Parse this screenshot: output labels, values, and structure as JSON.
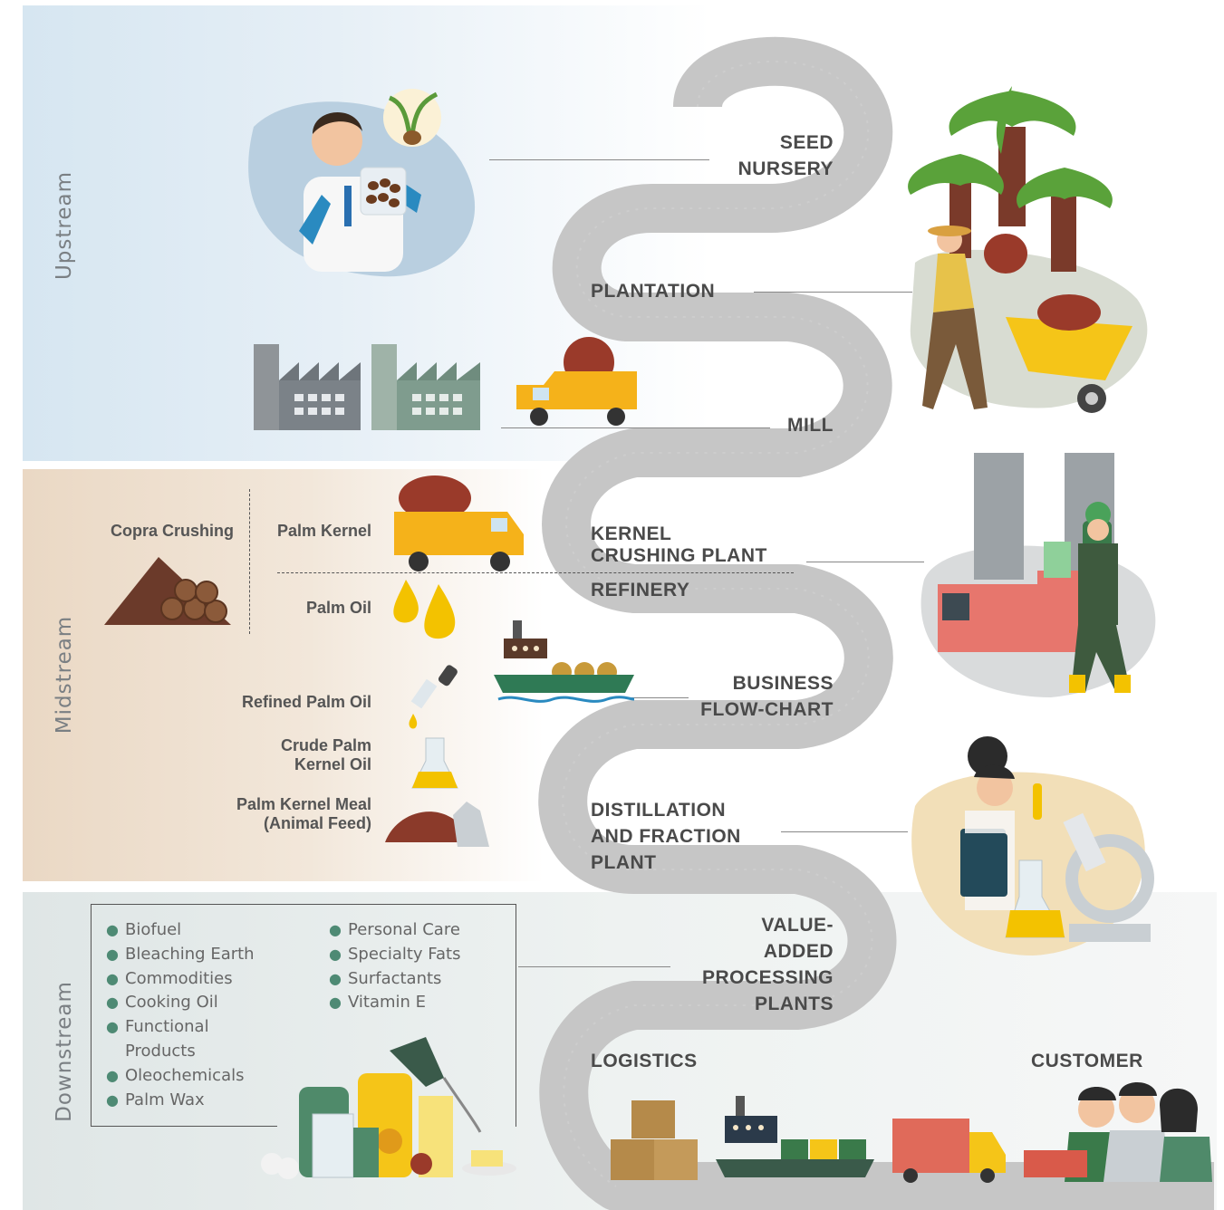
{
  "sections": {
    "upstream": "Upstream",
    "midstream": "Midstream",
    "downstream": "Downstream"
  },
  "stages": {
    "seed_nursery": [
      "SEED",
      "NURSERY"
    ],
    "plantation": "PLANTATION",
    "mill": "MILL",
    "kernel_crushing": [
      "KERNEL",
      "CRUSHING PLANT"
    ],
    "refinery": "REFINERY",
    "business_flow": [
      "BUSINESS",
      "FLOW-CHART"
    ],
    "distillation": [
      "DISTILLATION",
      "AND FRACTION",
      "PLANT"
    ],
    "value_added": [
      "VALUE-",
      "ADDED",
      "PROCESSING",
      "PLANTS"
    ],
    "logistics": "LOGISTICS",
    "customer": "CUSTOMER"
  },
  "midstream_products": {
    "copra_crushing": "Copra Crushing",
    "palm_kernel": "Palm Kernel",
    "palm_oil": "Palm Oil",
    "refined_palm_oil": "Refined Palm Oil",
    "crude_palm_kernel_oil": [
      "Crude Palm",
      "Kernel Oil"
    ],
    "palm_kernel_meal": [
      "Palm Kernel Meal",
      "(Animal Feed)"
    ]
  },
  "downstream_products": {
    "col1": [
      "Biofuel",
      "Bleaching Earth",
      "Commodities",
      "Cooking Oil",
      "Functional",
      "Products",
      "Oleochemicals",
      "Palm Wax"
    ],
    "col1_bullets": [
      true,
      true,
      true,
      true,
      true,
      false,
      true,
      true
    ],
    "col2": [
      "Personal Care",
      "Specialty Fats",
      "Surfactants",
      "Vitamin E"
    ]
  },
  "colors": {
    "road": "#c6c6c6",
    "label_text": "#4a4a4a",
    "bullet": "#4e8a74",
    "truck_yellow": "#f5b21a",
    "palm_fruit": "#9a3a2a",
    "ship_green": "#2f7a55"
  }
}
